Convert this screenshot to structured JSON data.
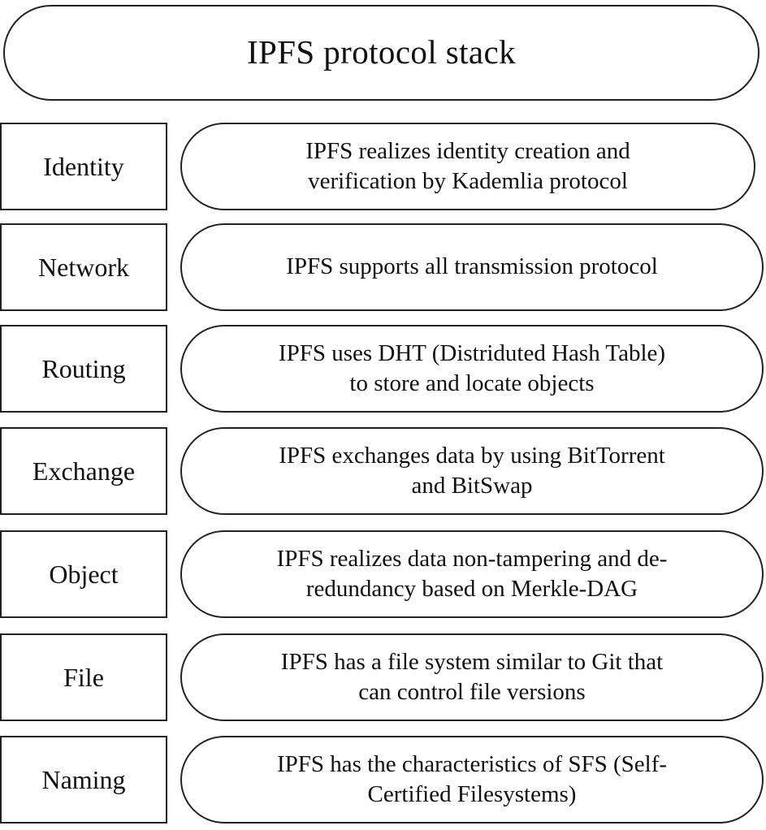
{
  "diagram": {
    "title": "IPFS protocol stack",
    "type": "layered-stack-diagram",
    "colors": {
      "stroke": "#222222",
      "text": "#101010",
      "background": "#ffffff"
    },
    "layers": [
      {
        "name": "Identity",
        "description": "IPFS realizes identity creation and verification by Kademlia protocol",
        "lines": [
          "IPFS realizes identity creation and",
          "verification by Kademlia protocol"
        ]
      },
      {
        "name": "Network",
        "description": "IPFS supports all transmission protocol",
        "lines": [
          "IPFS supports all transmission protocol"
        ]
      },
      {
        "name": "Routing",
        "description": "IPFS uses DHT (Distriduted Hash Table) to store and locate objects",
        "lines": [
          "IPFS uses DHT (Distriduted Hash Table)",
          "to store and locate objects"
        ]
      },
      {
        "name": "Exchange",
        "description": "IPFS exchanges data by using BitTorrent and BitSwap",
        "lines": [
          "IPFS exchanges data by using BitTorrent",
          "and BitSwap"
        ]
      },
      {
        "name": "Object",
        "description": "IPFS realizes data non-tampering and de-redundancy based on Merkle-DAG",
        "lines": [
          "IPFS realizes data non-tampering and de-",
          "redundancy based on Merkle-DAG"
        ]
      },
      {
        "name": "File",
        "description": "IPFS has a file system similar to Git that can control file versions",
        "lines": [
          "IPFS has a file system similar to Git that",
          "can control file versions"
        ]
      },
      {
        "name": "Naming",
        "description": "IPFS has the characteristics of SFS (Self-Certified Filesystems)",
        "lines": [
          "IPFS has the characteristics of SFS (Self-",
          "Certified Filesystems)"
        ]
      }
    ]
  }
}
